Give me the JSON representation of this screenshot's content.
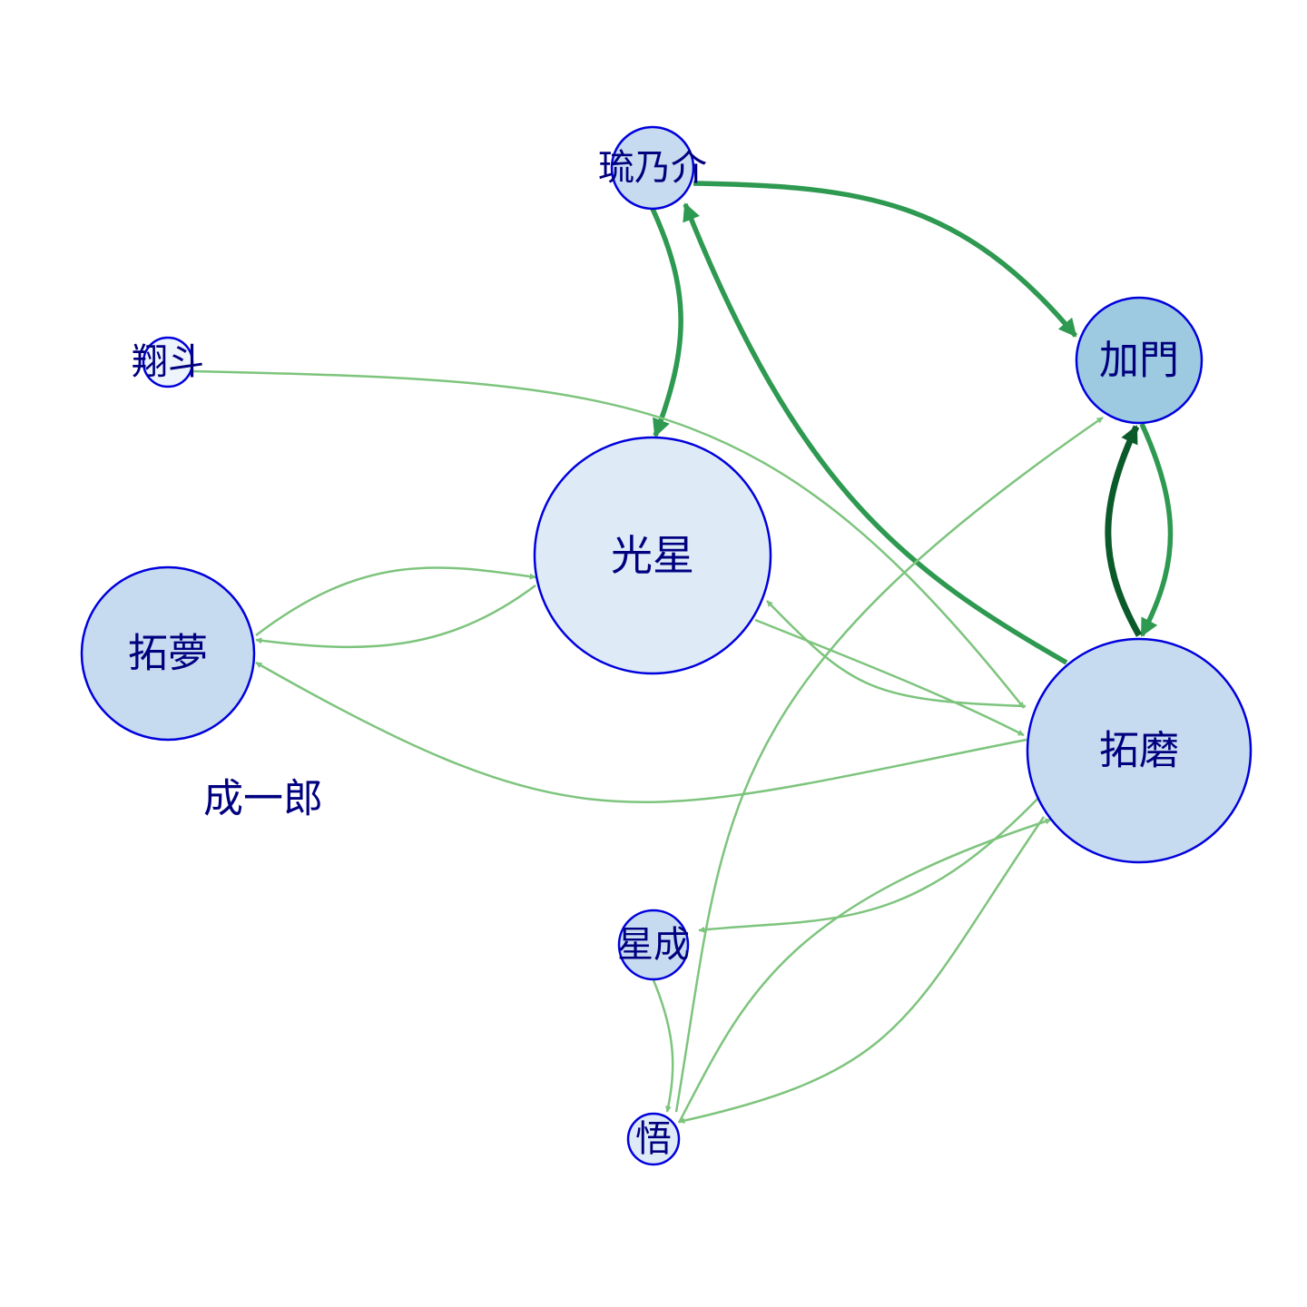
{
  "colors": {
    "node_stroke": "#0000dd",
    "label": "#00007f",
    "edge_light": "#7dc47d",
    "edge_medium": "#2e9950",
    "edge_dark": "#0b5a2a"
  },
  "nodes": [
    {
      "id": "ryunosuke",
      "label": "琉乃介",
      "fill": "#c6dbef"
    },
    {
      "id": "kakado",
      "label": "加門",
      "fill": "#9ecae1"
    },
    {
      "id": "shoto",
      "label": "翔斗",
      "fill": "#eef4fb"
    },
    {
      "id": "kosei",
      "label": "光星",
      "fill": "#deebf7"
    },
    {
      "id": "takumu",
      "label": "拓夢",
      "fill": "#c6dbef"
    },
    {
      "id": "takuma",
      "label": "拓磨",
      "fill": "#c6dbef"
    },
    {
      "id": "seiichiro",
      "label": "成一郎",
      "fill": "none"
    },
    {
      "id": "seisei",
      "label": "星成",
      "fill": "#c6dbef"
    },
    {
      "id": "satoru",
      "label": "悟",
      "fill": "#deebf7"
    }
  ],
  "edges": [
    {
      "from": "ryunosuke",
      "to": "kakado",
      "weight": "medium"
    },
    {
      "from": "ryunosuke",
      "to": "kosei",
      "weight": "medium"
    },
    {
      "from": "takuma",
      "to": "ryunosuke",
      "weight": "medium"
    },
    {
      "from": "kakado",
      "to": "takuma",
      "weight": "medium"
    },
    {
      "from": "takuma",
      "to": "kakado",
      "weight": "heavy"
    },
    {
      "from": "shoto",
      "to": "takuma",
      "weight": "light"
    },
    {
      "from": "takumu",
      "to": "kosei",
      "weight": "light"
    },
    {
      "from": "kosei",
      "to": "takumu",
      "weight": "light"
    },
    {
      "from": "kosei",
      "to": "takuma",
      "weight": "light"
    },
    {
      "from": "takuma",
      "to": "kosei",
      "weight": "light"
    },
    {
      "from": "takuma",
      "to": "takumu",
      "weight": "light"
    },
    {
      "from": "satoru",
      "to": "kakado",
      "weight": "light"
    },
    {
      "from": "takuma",
      "to": "seisei",
      "weight": "light"
    },
    {
      "from": "seisei",
      "to": "satoru",
      "weight": "light"
    },
    {
      "from": "satoru",
      "to": "takuma",
      "weight": "light"
    },
    {
      "from": "takuma",
      "to": "satoru",
      "weight": "light"
    }
  ]
}
